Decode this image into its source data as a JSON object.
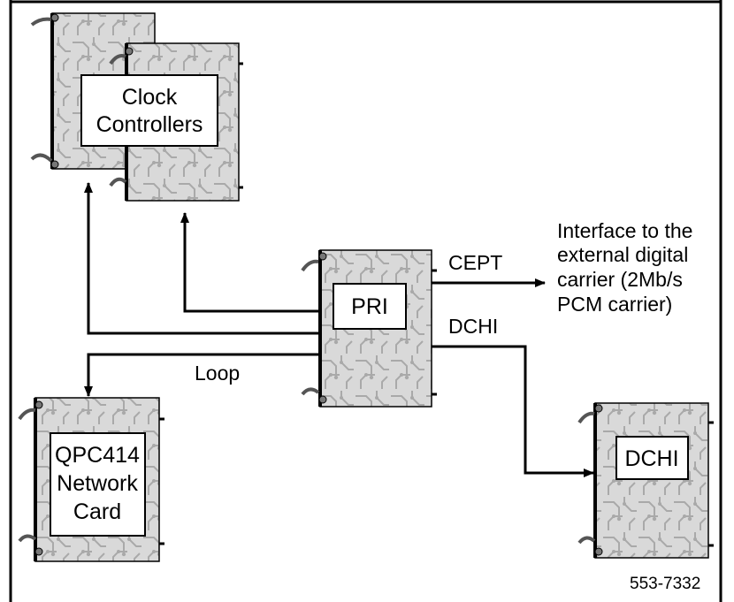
{
  "cards": {
    "clock": {
      "label_lines": [
        "Clock",
        "Controllers"
      ]
    },
    "pri": {
      "label": "PRI"
    },
    "network": {
      "label_lines": [
        "QPC414",
        "Network",
        "Card"
      ]
    },
    "dchi": {
      "label": "DCHI"
    }
  },
  "links": {
    "cept": "CEPT",
    "dchi": "DCHI",
    "loop": "Loop"
  },
  "external_note": [
    "Interface to the",
    "external digital",
    "carrier (2Mb/s",
    "PCM carrier)"
  ],
  "figure_ref": "553-7332"
}
